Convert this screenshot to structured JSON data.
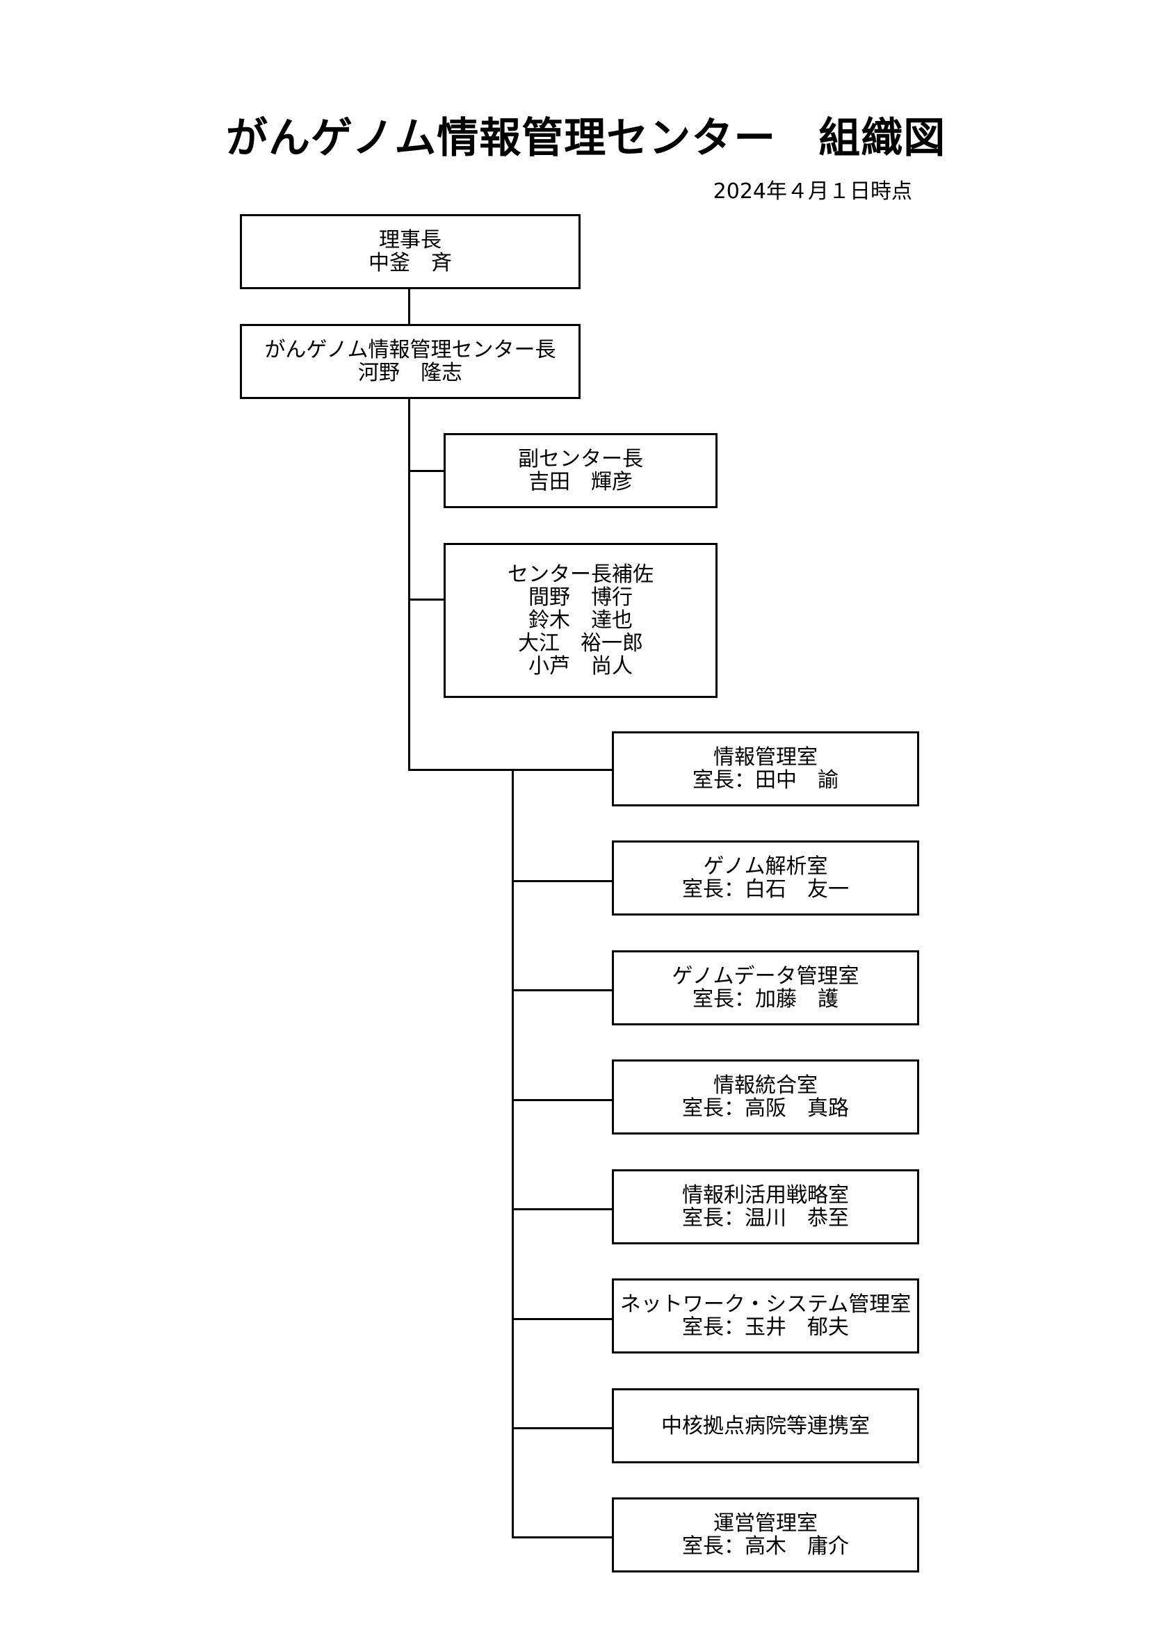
{
  "title": "がんゲノム情報管理センター　組織図",
  "as_of": "2024年４月１日時点",
  "chairman": {
    "role": "理事長",
    "name": "中釜　斉"
  },
  "center_head": {
    "role": "がんゲノム情報管理センター長",
    "name": "河野　隆志"
  },
  "deputy": {
    "role": "副センター長",
    "name": "吉田　輝彦"
  },
  "assistants": {
    "role": "センター長補佐",
    "names": [
      "間野　博行",
      "鈴木　達也",
      "大江　裕一郎",
      "小芦　尚人"
    ]
  },
  "offices": [
    {
      "name": "情報管理室",
      "head": "室長：田中　諭"
    },
    {
      "name": "ゲノム解析室",
      "head": "室長：白石　友一"
    },
    {
      "name": "ゲノムデータ管理室",
      "head": "室長：加藤　護"
    },
    {
      "name": "情報統合室",
      "head": "室長：高阪　真路"
    },
    {
      "name": "情報利活用戦略室",
      "head": "室長：温川　恭至"
    },
    {
      "name": "ネットワーク・システム管理室",
      "head": "室長：玉井　郁夫"
    },
    {
      "name": "中核拠点病院等連携室",
      "head": ""
    },
    {
      "name": "運営管理室",
      "head": "室長：高木　庸介"
    }
  ]
}
